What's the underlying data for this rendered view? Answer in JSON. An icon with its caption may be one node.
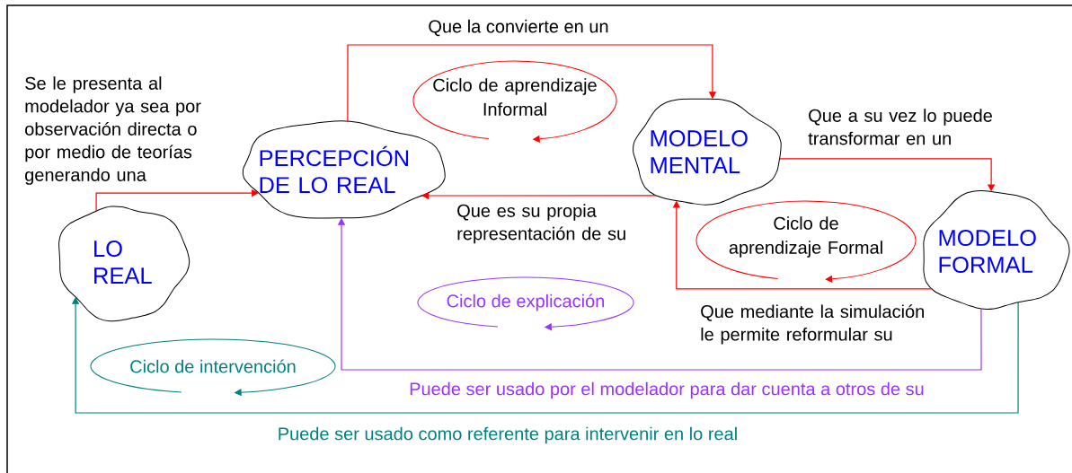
{
  "diagram": {
    "nodes": [
      {
        "text": [
          "LO REAL"
        ]
      },
      {
        "text": [
          "PERCEPCIÓN DE LO REAL"
        ]
      },
      {
        "text": [
          "MODELO MENTAL"
        ]
      },
      {
        "text": [
          "MODELO FORMAL"
        ]
      },
      {
        "text": [
          "Ciclo de aprendizaje Informal"
        ]
      },
      {
        "text": [
          "Ciclo de aprendizaje Formal"
        ]
      },
      {
        "text": [
          "Ciclo de explicación"
        ]
      },
      {
        "text": [
          "Ciclo de intervención"
        ]
      }
    ],
    "edges": [
      {
        "from": 0,
        "to": 1,
        "arrow": "to",
        "label": "Se le presenta al modelador ya sea por observación directa o por medio de teorías generando una"
      },
      {
        "from": 1,
        "to": 2,
        "arrow": "to",
        "label": "Que la convierte en un"
      },
      {
        "from": 2,
        "to": 3,
        "arrow": "to",
        "label": "Que a su vez lo puede transformar en un"
      },
      {
        "from": 2,
        "to": 1,
        "arrow": "to",
        "label": "Que es su propia representación de su"
      },
      {
        "from": 3,
        "to": 2,
        "arrow": "to",
        "label": "Que mediante la simulación le permite reformular su"
      },
      {
        "from": 3,
        "to": 1,
        "arrow": "to",
        "label": "Puede ser usado por el modelador para dar cuenta a otros de su",
        "color": "#9933ff"
      },
      {
        "from": 3,
        "to": 0,
        "arrow": "to",
        "label": "Puede ser usado como referente para intervenir en lo real",
        "color": "#008080"
      }
    ]
  }
}
